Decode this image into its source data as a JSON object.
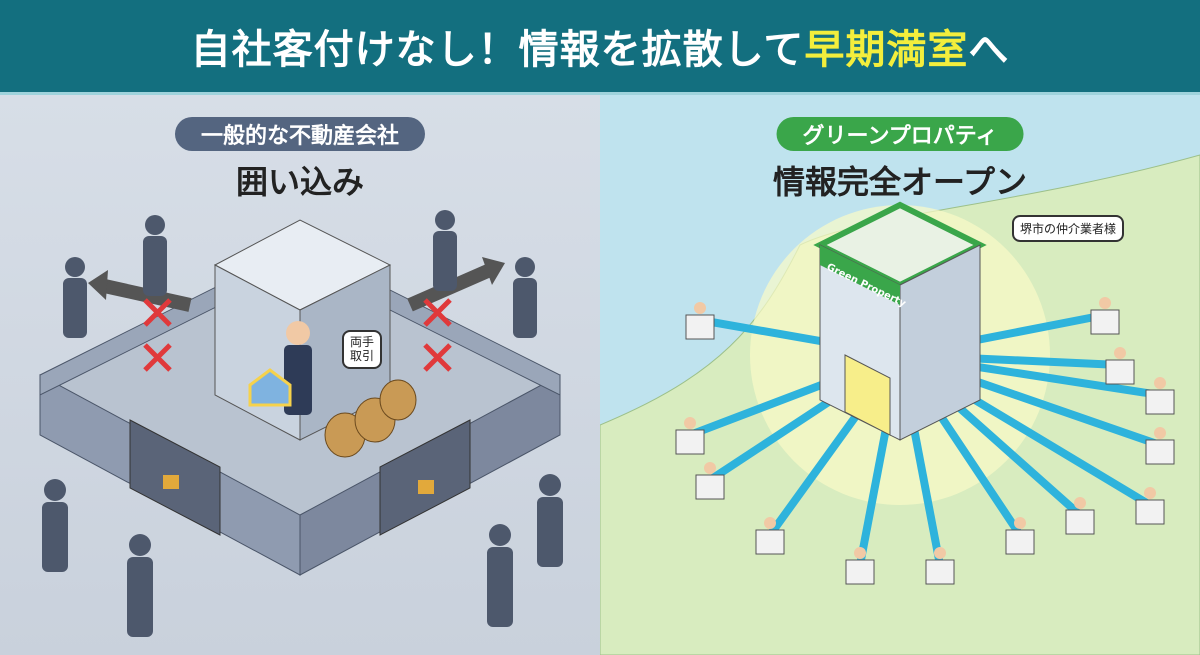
{
  "header": {
    "title_main": "自社客付けなし！情報を拡散して",
    "title_highlight": "早期満室",
    "title_end": "へ"
  },
  "left": {
    "badge": "一般的な不動産会社",
    "subtitle": "囲い込み",
    "bubble": "両手\n取引"
  },
  "right": {
    "badge": "グリーンプロパティ",
    "subtitle": "情報完全オープン",
    "building_sign": "Green Property",
    "bubble": "堺市の仲介業者様"
  },
  "colors": {
    "header": "#136f7f",
    "highlight": "#f3ee3c",
    "left_badge": "#546580",
    "right_badge": "#3aa64a",
    "arrow": "#2eb3dc",
    "cross": "#e0393b"
  }
}
